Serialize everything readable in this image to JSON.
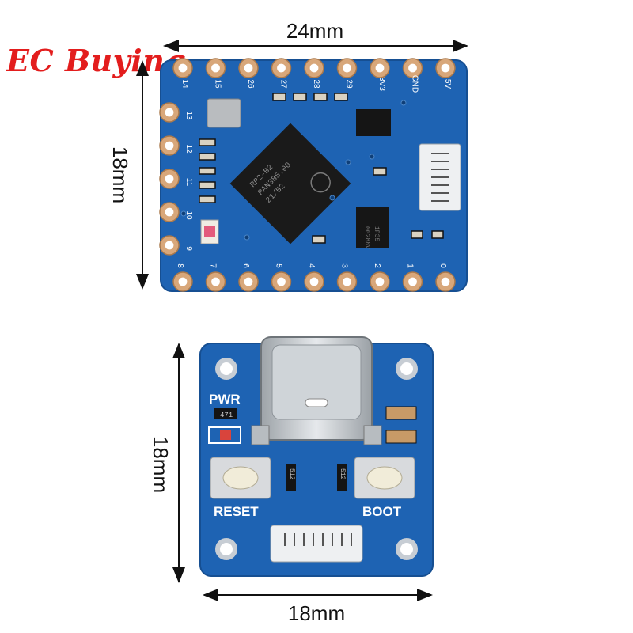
{
  "brand": {
    "name": "EC Buying"
  },
  "top_board": {
    "width_label": "24mm",
    "height_label": "18mm",
    "pins_top": [
      "14",
      "15",
      "26",
      "27",
      "28",
      "29",
      "3V3",
      "GND",
      "5V"
    ],
    "pins_bottom": [
      "8",
      "7",
      "6",
      "5",
      "4",
      "3",
      "2",
      "1",
      "0"
    ],
    "pins_left": [
      "13",
      "12",
      "11",
      "10",
      "9"
    ],
    "chip_text": [
      "RP2-B2",
      "PAN385.00",
      "21/52"
    ],
    "flash_text": [
      "1P35",
      "00288V"
    ]
  },
  "bottom_board": {
    "width_label": "18mm",
    "height_label": "18mm",
    "pwr_label": "PWR",
    "resistor_label": "471",
    "reset_label": "RESET",
    "boot_label": "BOOT",
    "res1_label": "512",
    "res2_label": "512"
  },
  "colors": {
    "pcb": "#1e63b3",
    "pad": "#d8a77a",
    "brand": "#e31d1d"
  }
}
